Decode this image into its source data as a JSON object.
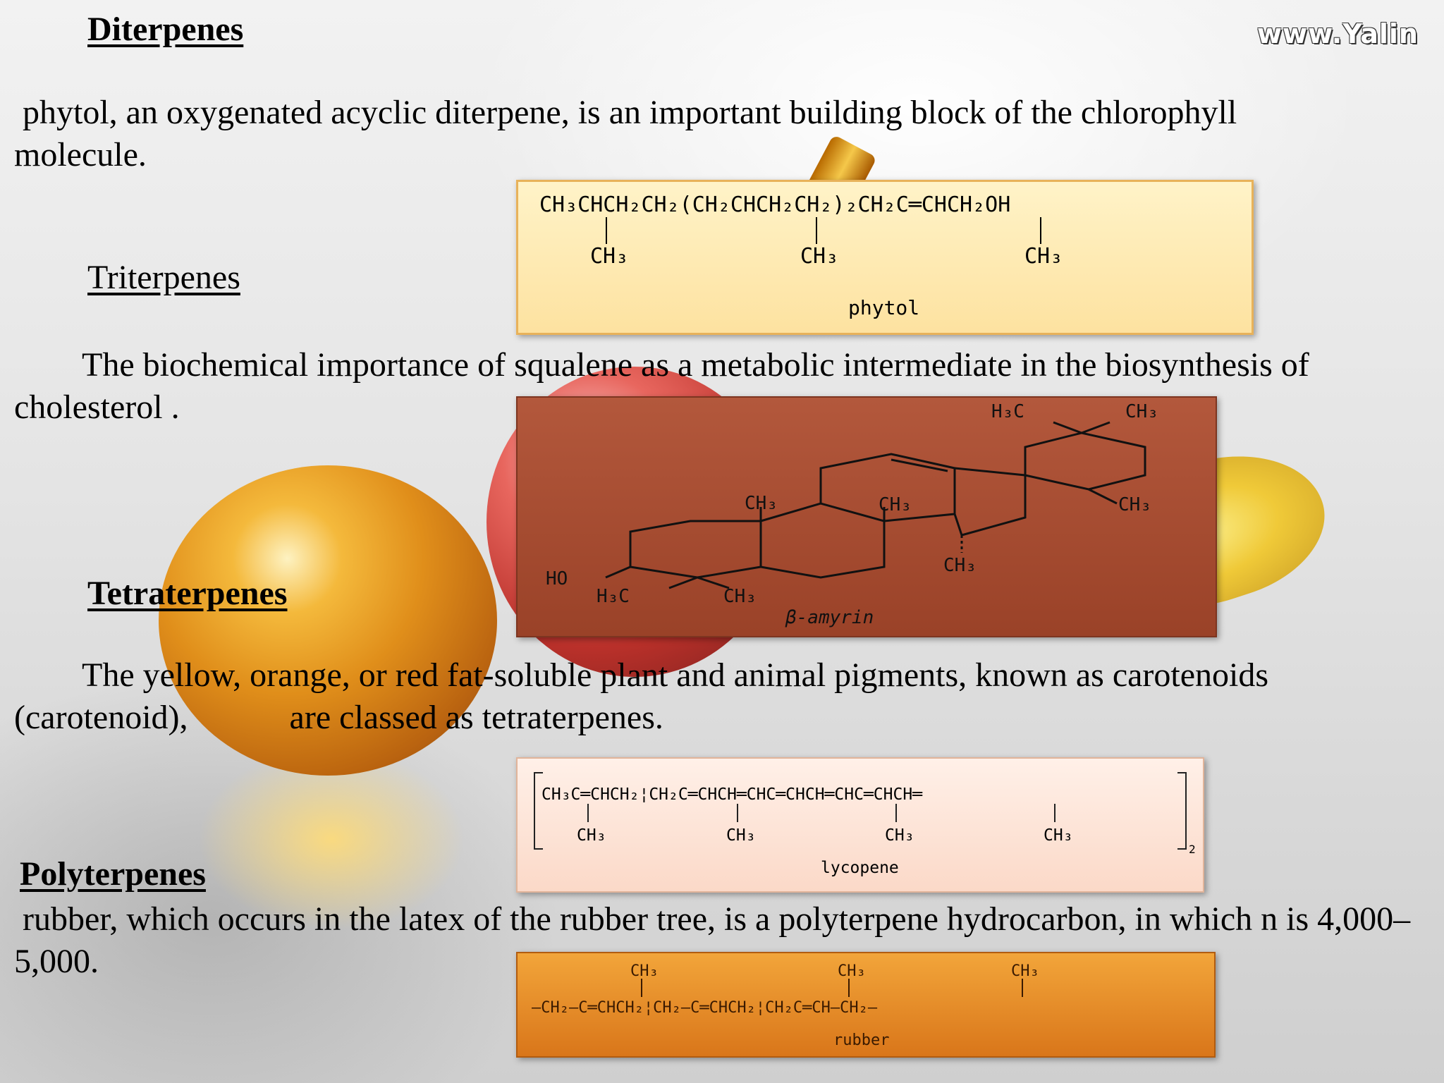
{
  "logo": {
    "text": "www.Yalin"
  },
  "diterpenes": {
    "heading": "Diterpenes",
    "text": " phytol, an oxygenated acyclic diterpene, is an important building block of the chlorophyll molecule."
  },
  "triterpenes": {
    "heading": "Triterpenes",
    "text": "        The biochemical importance of squalene as a metabolic intermediate in the biosynthesis of cholesterol ."
  },
  "tetraterpenes": {
    "heading": "Tetraterpenes",
    "text": "        The yellow, orange, or red fat-soluble plant and animal pigments, known as carotenoids (carotenoid),            are classed as tetraterpenes."
  },
  "polyterpenes": {
    "heading": "Polyterpenes",
    "text": " rubber, which occurs in the latex of the rubber tree, is a polyterpene hydrocarbon, in which n is 4,000–5,000."
  },
  "phytol_structure": {
    "formula": "CH₃CHCH₂CH₂(CH₂CHCH₂CH₂)₂CH₂C═CHCH₂OH",
    "branch1": "CH₃",
    "branch2": "CH₃",
    "branch3": "CH₃",
    "caption": "phytol"
  },
  "amyrin_structure": {
    "top_left_methyl": "H₃C",
    "top_right_methyl": "CH₃",
    "ring_methyl_1": "CH₃",
    "ring_methyl_2": "CH₃",
    "right_methyl": "CH₃",
    "dashed_methyl": "CH₃",
    "hydroxyl": "HO",
    "gem_methyl_1": "H₃C",
    "gem_methyl_2": "CH₃",
    "caption": "β-amyrin"
  },
  "lycopene_structure": {
    "formula": "CH₃C═CHCH₂¦CH₂C═CHCH═CHC═CHCH═CHC═CHCH═",
    "branch1": "CH₃",
    "branch2": "CH₃",
    "branch3": "CH₃",
    "branch4": "CH₃",
    "subscript": "2",
    "caption": "lycopene"
  },
  "rubber_structure": {
    "formula": "—CH₂—C═CHCH₂¦CH₂—C═CHCH₂¦CH₂C═CH—CH₂—",
    "branch1": "CH₃",
    "branch2": "CH₃",
    "branch3": "CH₃",
    "caption": "rubber"
  }
}
